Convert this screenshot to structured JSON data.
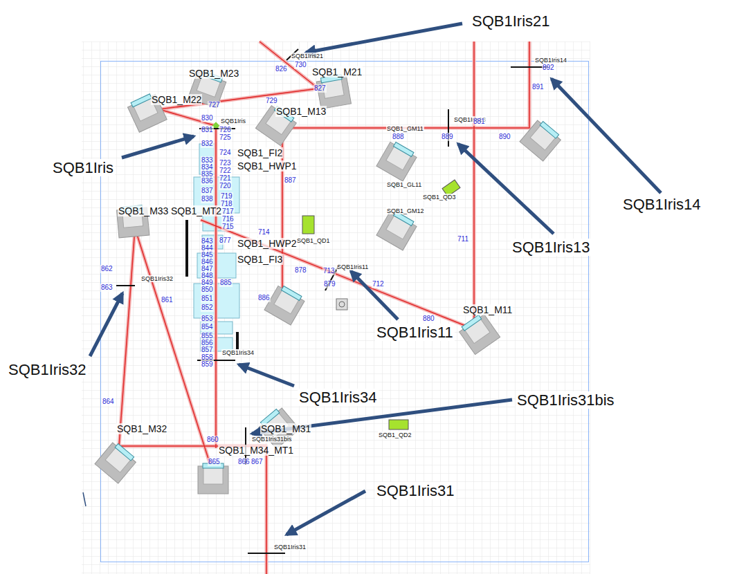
{
  "diagram": {
    "labels": [
      "SQB1Iris21",
      "SQB1Iris14",
      "SQB1Iris",
      "SQB1Iris13",
      "SQB1Iris11",
      "SQB1Iris32",
      "SQB1Iris34",
      "SQB1Iris31bis",
      "SQB1Iris31",
      "SQB1_M23",
      "SQB1_M21",
      "SQB1_M22",
      "SQB1_M13",
      "SQB1_FI2",
      "SQB1_HWP1",
      "SQB1_M33",
      "SQB1_MT2",
      "SQB1_HWP2",
      "SQB1_FI3",
      "SQB1_QD1",
      "SQB1_M11",
      "SQB1_GM11",
      "SQB1Iris13",
      "SQB1Iris14",
      "SQB1_GL11",
      "SQB1_QD3",
      "SQB1_GM12",
      "SQB1Iris21",
      "SQB1Iris",
      "SQB1Iris11",
      "SQB1Iris32",
      "SQB1Iris34",
      "SQB1_M32",
      "SQB1_M31",
      "SQB1Iris31bis",
      "SQB1_M34_MT1",
      "SQB1_QD2",
      "SQB1Iris31",
      "892",
      "891",
      "890",
      "881",
      "889",
      "888",
      "711",
      "730",
      "826",
      "827",
      "729",
      "727",
      "830",
      "831",
      "726",
      "725",
      "832",
      "724",
      "833",
      "834",
      "723",
      "722",
      "835",
      "836",
      "721",
      "720",
      "837",
      "838",
      "719",
      "718",
      "717",
      "716",
      "715",
      "887",
      "714",
      "877",
      "843",
      "844",
      "845",
      "846",
      "847",
      "848",
      "849",
      "885",
      "850",
      "851",
      "852",
      "853",
      "854",
      "855",
      "856",
      "857",
      "858",
      "859",
      "713",
      "878",
      "712",
      "879",
      "880",
      "886",
      "862",
      "863",
      "861",
      "864",
      "860",
      "865",
      "866",
      "867"
    ]
  }
}
